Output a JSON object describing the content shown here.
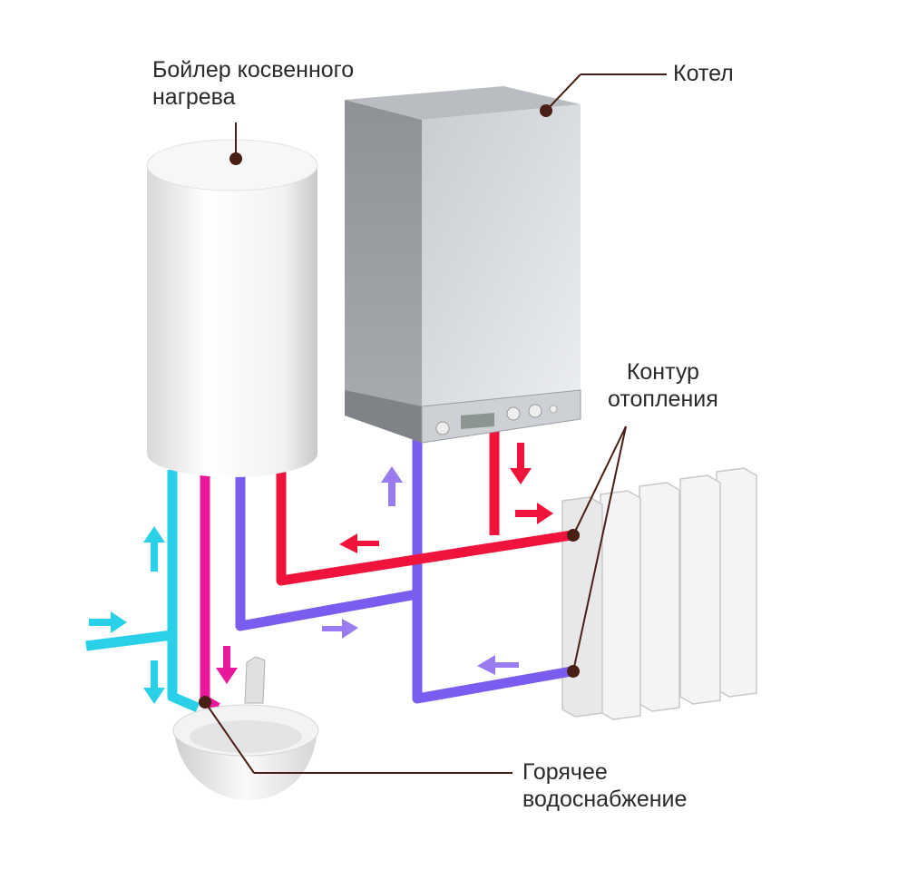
{
  "labels": {
    "boiler_line1": "Бойлер косвенного",
    "boiler_line2": "нагрева",
    "kotel": "Котел",
    "circuit_line1": "Контур",
    "circuit_line2": "отопления",
    "hotwater_line1": "Горячее",
    "hotwater_line2": "водоснабжение"
  },
  "colors": {
    "hot": "#f0143c",
    "return": "#7a5cf0",
    "cold": "#2ad0e8",
    "hot_water": "#e8189a",
    "leader": "#4a1f16"
  }
}
